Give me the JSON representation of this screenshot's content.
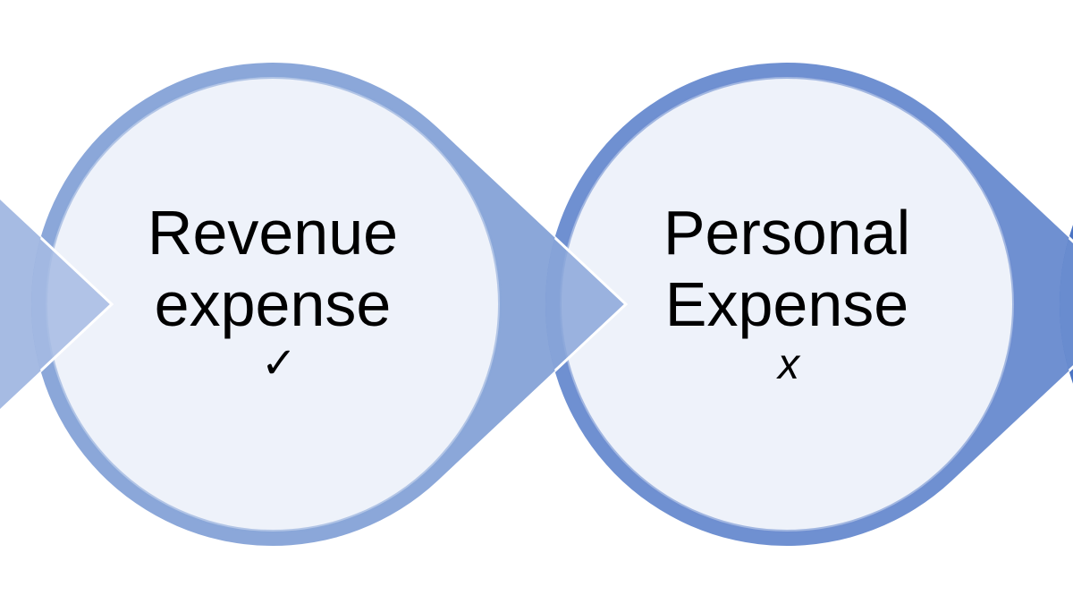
{
  "steps": [
    {
      "title_line1": "Revenue",
      "title_line2": "expense",
      "mark": "✓",
      "mark_icon": "checkmark-icon"
    },
    {
      "title_line1": "Personal",
      "title_line2": "Expense",
      "mark": "x",
      "mark_icon": "cross-icon"
    }
  ],
  "colors": {
    "shape_prev": "#a6bbe3",
    "shape_1": "#8ba7d9",
    "shape_2": "#6f90d1",
    "shape_next": "#4b74c3",
    "inner_fill": "#eef2fa"
  }
}
